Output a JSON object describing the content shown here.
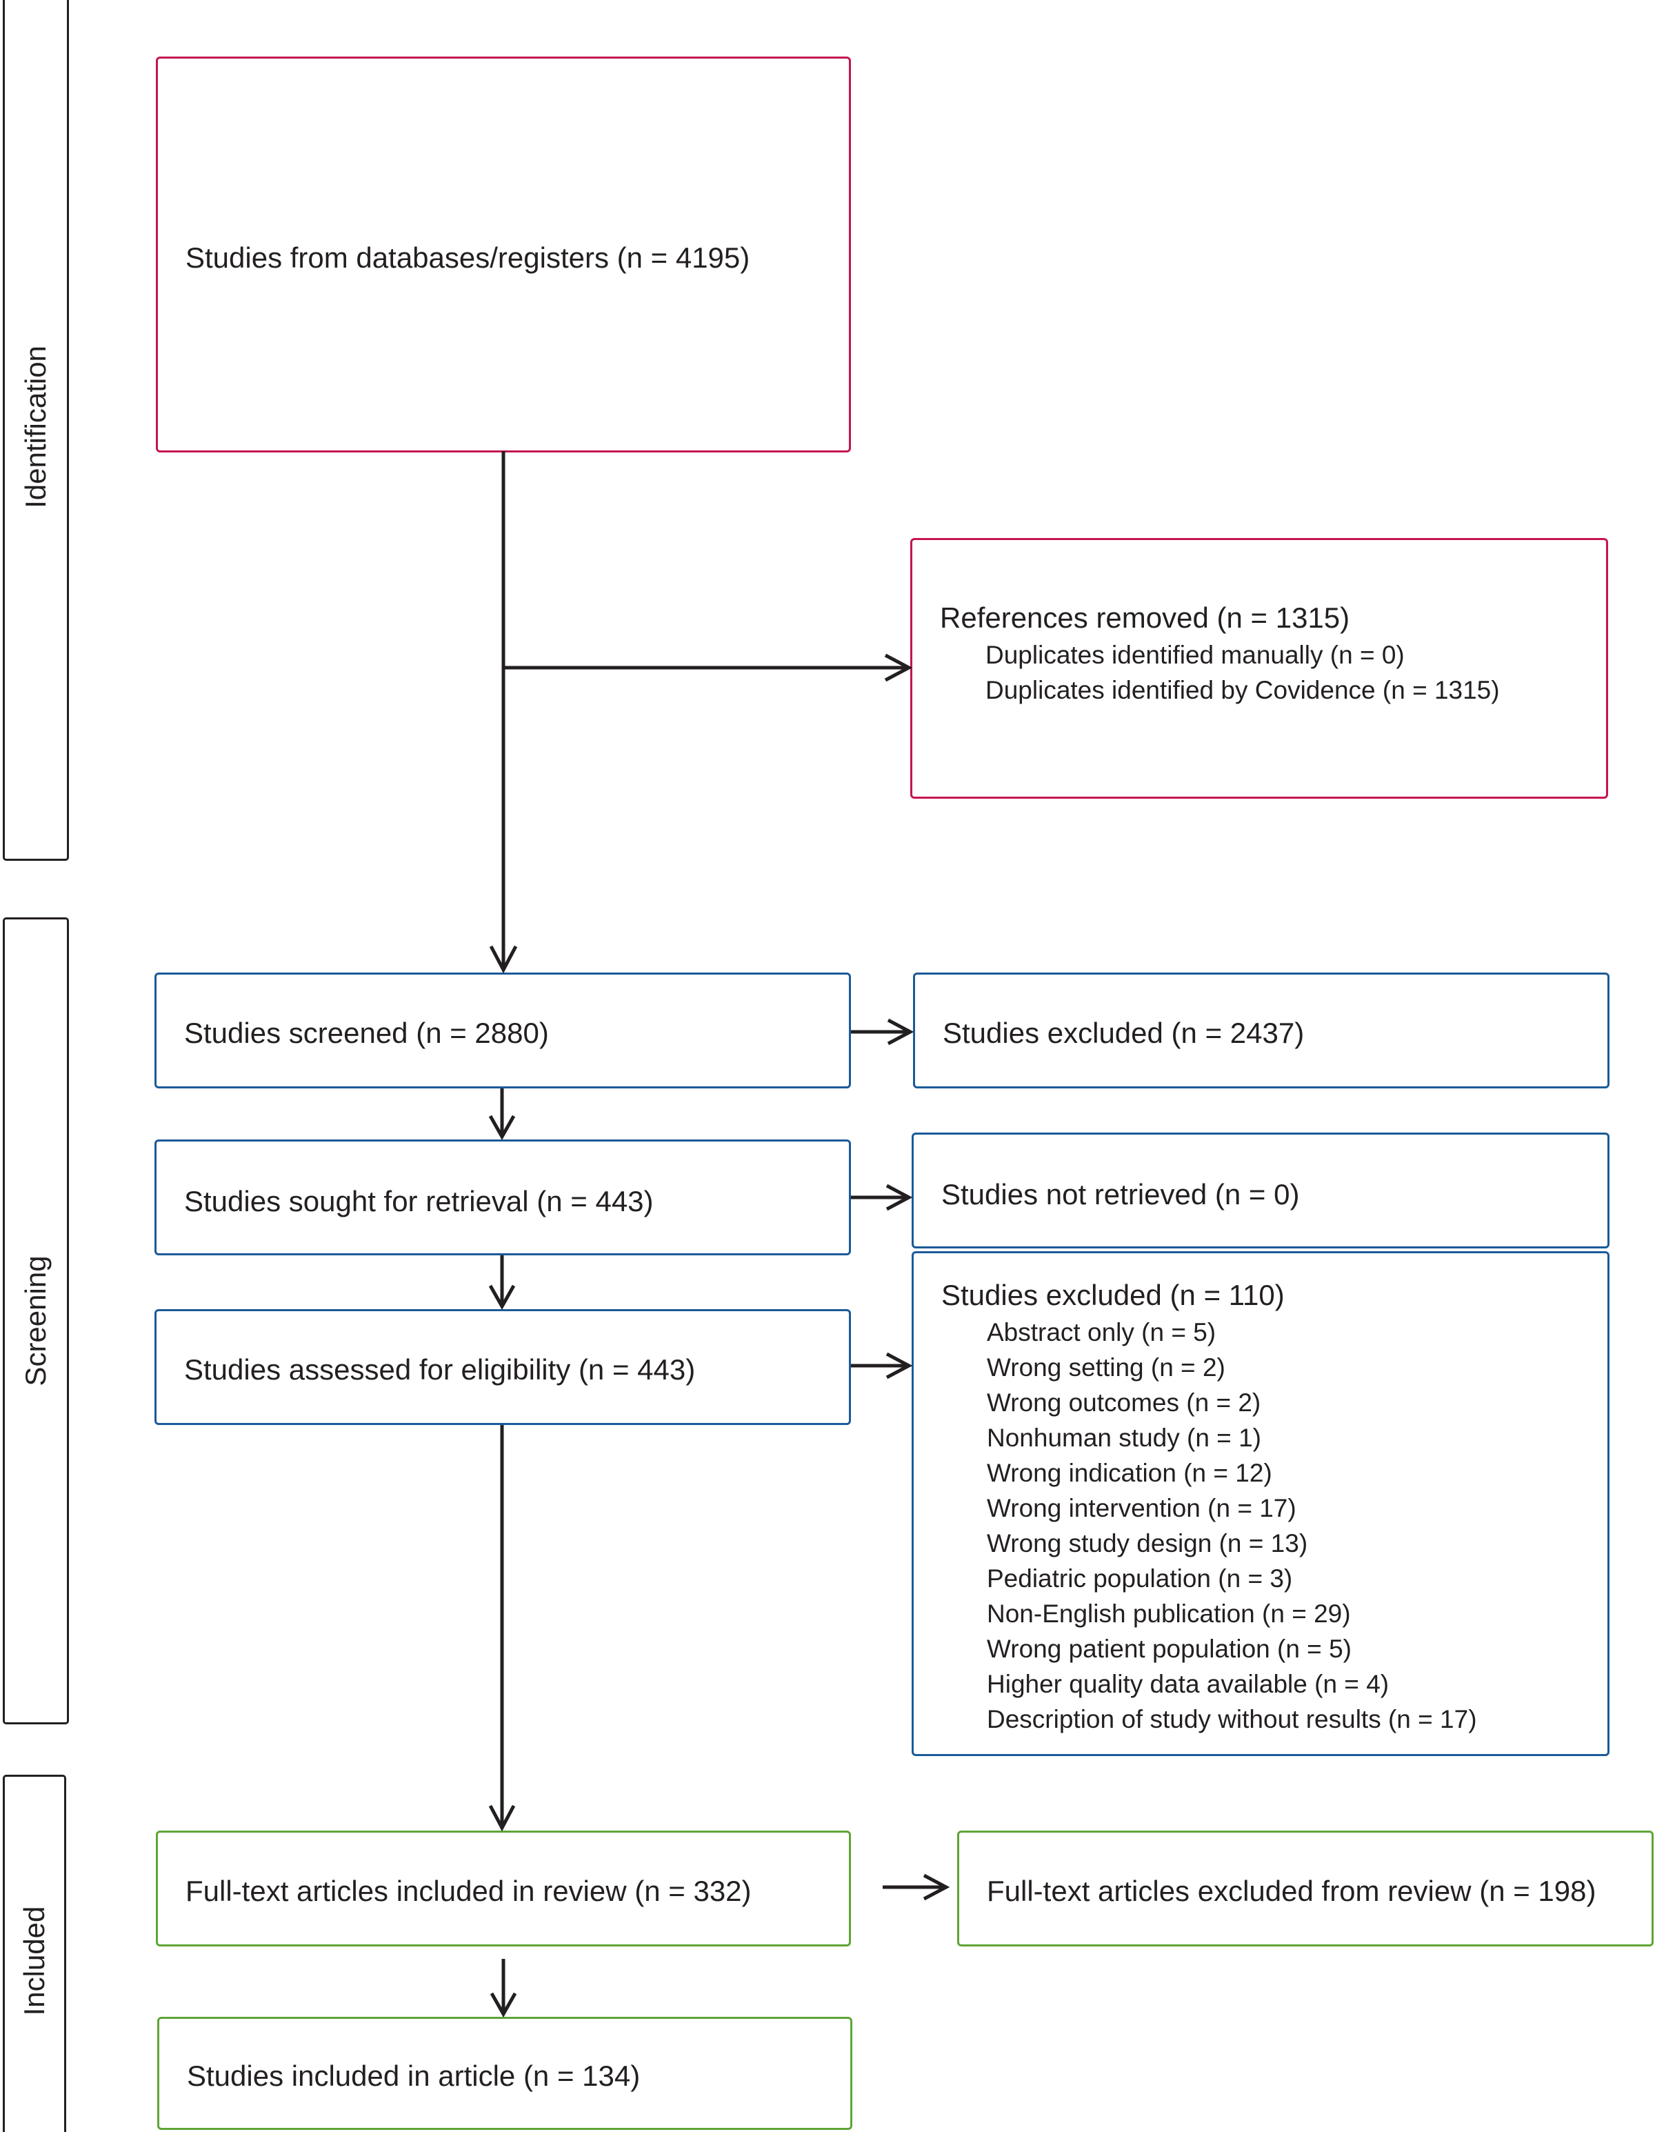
{
  "stages": {
    "identification": "Identification",
    "screening": "Screening",
    "included": "Included"
  },
  "boxes": {
    "databases": "Studies from databases/registers (n = 4195)",
    "removed_title": "References removed (n = 1315)",
    "removed_items": [
      "Duplicates identified manually (n = 0)",
      "Duplicates identified by Covidence (n = 1315)"
    ],
    "screened": "Studies screened (n = 2880)",
    "screened_excluded": "Studies excluded (n = 2437)",
    "sought": "Studies sought for retrieval (n = 443)",
    "not_retrieved": "Studies not retrieved (n = 0)",
    "assessed": "Studies assessed for eligibility (n = 443)",
    "excluded_title": "Studies excluded (n = 110)",
    "excluded_items": [
      "Abstract only (n = 5)",
      "Wrong setting (n = 2)",
      "Wrong outcomes (n = 2)",
      "Nonhuman study (n = 1)",
      "Wrong indication (n = 12)",
      "Wrong intervention (n = 17)",
      "Wrong study design (n = 13)",
      "Pediatric population (n = 3)",
      "Non-English publication (n = 29)",
      "Wrong patient population (n = 5)",
      "Higher quality data available (n = 4)",
      "Description of study without results (n = 17)"
    ],
    "fulltext_included": "Full-text articles included in review (n = 332)",
    "fulltext_excluded": "Full-text articles excluded from review (n = 198)",
    "article_included": "Studies included in article (n = 134)"
  },
  "colors": {
    "identification": "#c4164f",
    "screening": "#1b5a99",
    "included": "#5ea535",
    "arrow": "#231f20"
  }
}
